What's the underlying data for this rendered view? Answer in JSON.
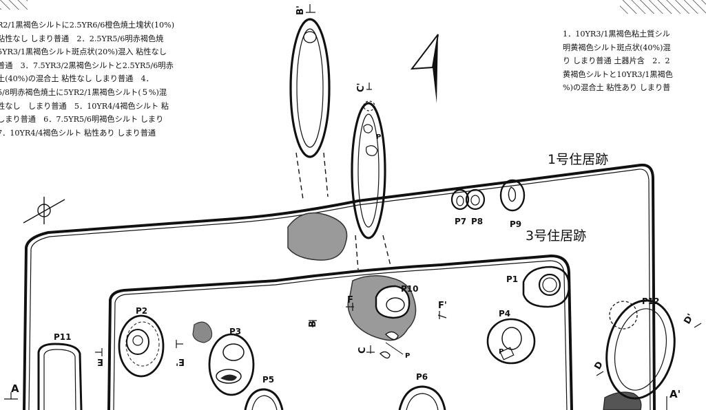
{
  "legend_left": [
    "R2/1黒褐色シルトに2.5YR6/6橙色焼土塊状(10%)",
    "粘性なし しまり普通　2．2.5YR5/6明赤褐色焼",
    "5YR3/1黒褐色シルト斑点状(20%)混入 粘性なし",
    "普通　3．7.5YR3/2黒褐色シルトと2.5YR5/6明赤",
    "土(40%)の混合土 粘性なし しまり普通　4．",
    "5/8明赤褐色焼土に5YR2/1黒褐色シルト(５%)混",
    "性なし　しまり普通　5．10YR4/4褐色シルト 粘",
    "しまり普通　6．7.5YR5/6明褐色シルト しまり",
    "7．10YR4/4褐色シルト 粘性あり しまり普通"
  ],
  "legend_right": [
    "1．10YR3/1黒褐色粘土質シル",
    "明黄褐色シルト斑点状(40%)混",
    "り しまり普通 土器片含　2．2",
    "黄褐色シルトと10YR3/1黒褐色",
    "%)の混合土 粘性あり しまり普"
  ],
  "dwellings": {
    "house1": "1号住居跡",
    "house3": "3号住居跡"
  },
  "pits": [
    "P1",
    "P2",
    "P3",
    "P4",
    "P5",
    "P6",
    "P7",
    "P8",
    "P9",
    "P10",
    "P11",
    "P12"
  ],
  "section_marks": {
    "a": "A",
    "a_prime": "A'",
    "b": "B",
    "b_prime": "B'",
    "c": "C",
    "c_prime": "C'",
    "d": "D",
    "d_prime": "D'",
    "e": "E",
    "e_prime": "E'",
    "f": "F",
    "f_prime": "F'",
    "p_small": "P"
  }
}
